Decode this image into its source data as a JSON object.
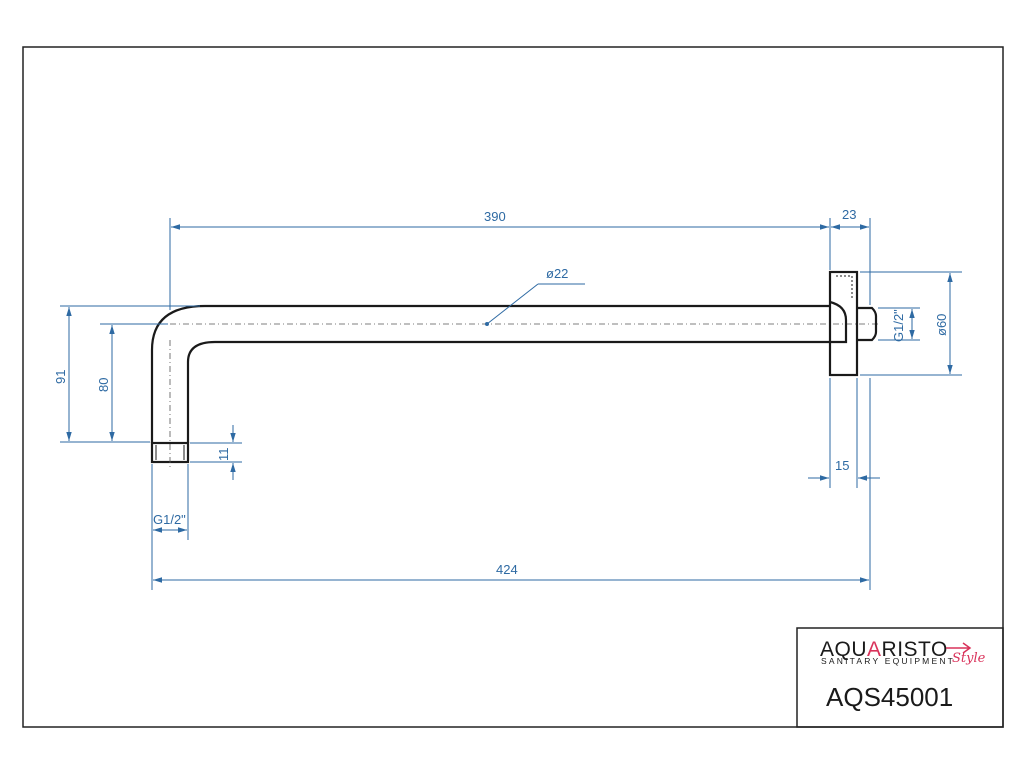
{
  "dimensions": {
    "length_top": "390",
    "flange_thickness": "23",
    "pipe_diameter": "ø22",
    "flange_diameter": "ø60",
    "flange_thread": "G1/2\"",
    "height_outer": "91",
    "height_inner": "80",
    "thread_length": "11",
    "outlet_thread": "G1/2\"",
    "offset_bottom": "15",
    "length_total": "424"
  },
  "title_block": {
    "brand_part1": "AQU",
    "brand_accent": "A",
    "brand_part2": "RISTO",
    "brand_script": "Style",
    "brand_sub": "SANITARY EQUIPMENT",
    "product_code": "AQS45001"
  },
  "colors": {
    "dimension": "#2e6aa3",
    "outline": "#1a1a1a",
    "brand_accent": "#d9325a"
  }
}
